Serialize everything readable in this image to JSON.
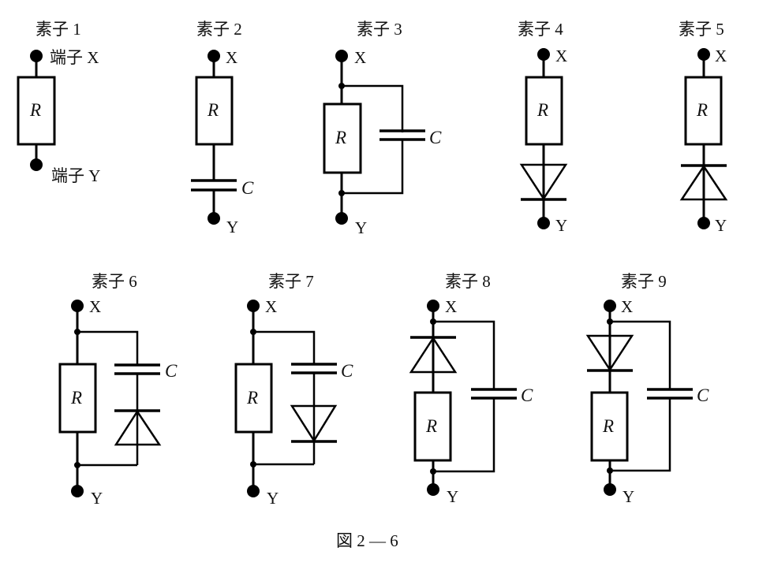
{
  "figure": {
    "caption": "図 2 ― 6",
    "symbols": {
      "resistor": "R",
      "capacitor": "C",
      "terminal_top": "X",
      "terminal_bottom": "Y",
      "terminal_top_full": "端子 X",
      "terminal_bottom_full": "端子 Y"
    },
    "elements": [
      {
        "id": 1,
        "title": "素子 1",
        "topology": "R only",
        "diode": "none"
      },
      {
        "id": 2,
        "title": "素子 2",
        "topology": "R in series with C",
        "diode": "none"
      },
      {
        "id": 3,
        "title": "素子 3",
        "topology": "R in parallel with C",
        "diode": "none"
      },
      {
        "id": 4,
        "title": "素子 4",
        "topology": "R in series with diode",
        "diode": "forward (anode X side, cathode Y side)"
      },
      {
        "id": 5,
        "title": "素子 5",
        "topology": "R in series with diode",
        "diode": "reverse (cathode X side, anode Y side)"
      },
      {
        "id": 6,
        "title": "素子 6",
        "topology": "R in parallel with (C in series with diode)",
        "diode": "reverse (cathode X side)"
      },
      {
        "id": 7,
        "title": "素子 7",
        "topology": "R in parallel with (C in series with diode)",
        "diode": "forward (cathode Y side)"
      },
      {
        "id": 8,
        "title": "素子 8",
        "topology": "(diode in series with R) in parallel with C",
        "diode": "reverse (cathode X side)"
      },
      {
        "id": 9,
        "title": "素子 9",
        "topology": "(diode in series with R) in parallel with C",
        "diode": "forward (cathode Y side)"
      }
    ]
  }
}
